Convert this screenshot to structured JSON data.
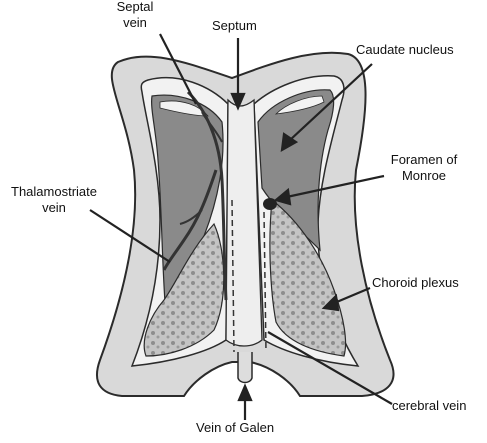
{
  "labels": {
    "septal_vein": [
      "Septal",
      "vein"
    ],
    "septum": "Septum",
    "caudate_nucleus": "Caudate nucleus",
    "foramen_of_monroe": [
      "Foramen of",
      "Monroe"
    ],
    "thalamostriate_vein": [
      "Thalamostriate",
      "vein"
    ],
    "choroid_plexus": "Choroid plexus",
    "vein_of_galen": "Vein of Galen",
    "cerebral_vein": "cerebral vein"
  },
  "colors": {
    "outline": "#2b2b2b",
    "outer_fill": "#d9d9d9",
    "ventricle_fill": "#f2f2f2",
    "nucleus_fill": "#8a8a8a",
    "plexus_fill": "#bdbdbd",
    "vein": "#333333",
    "text": "#111111"
  }
}
